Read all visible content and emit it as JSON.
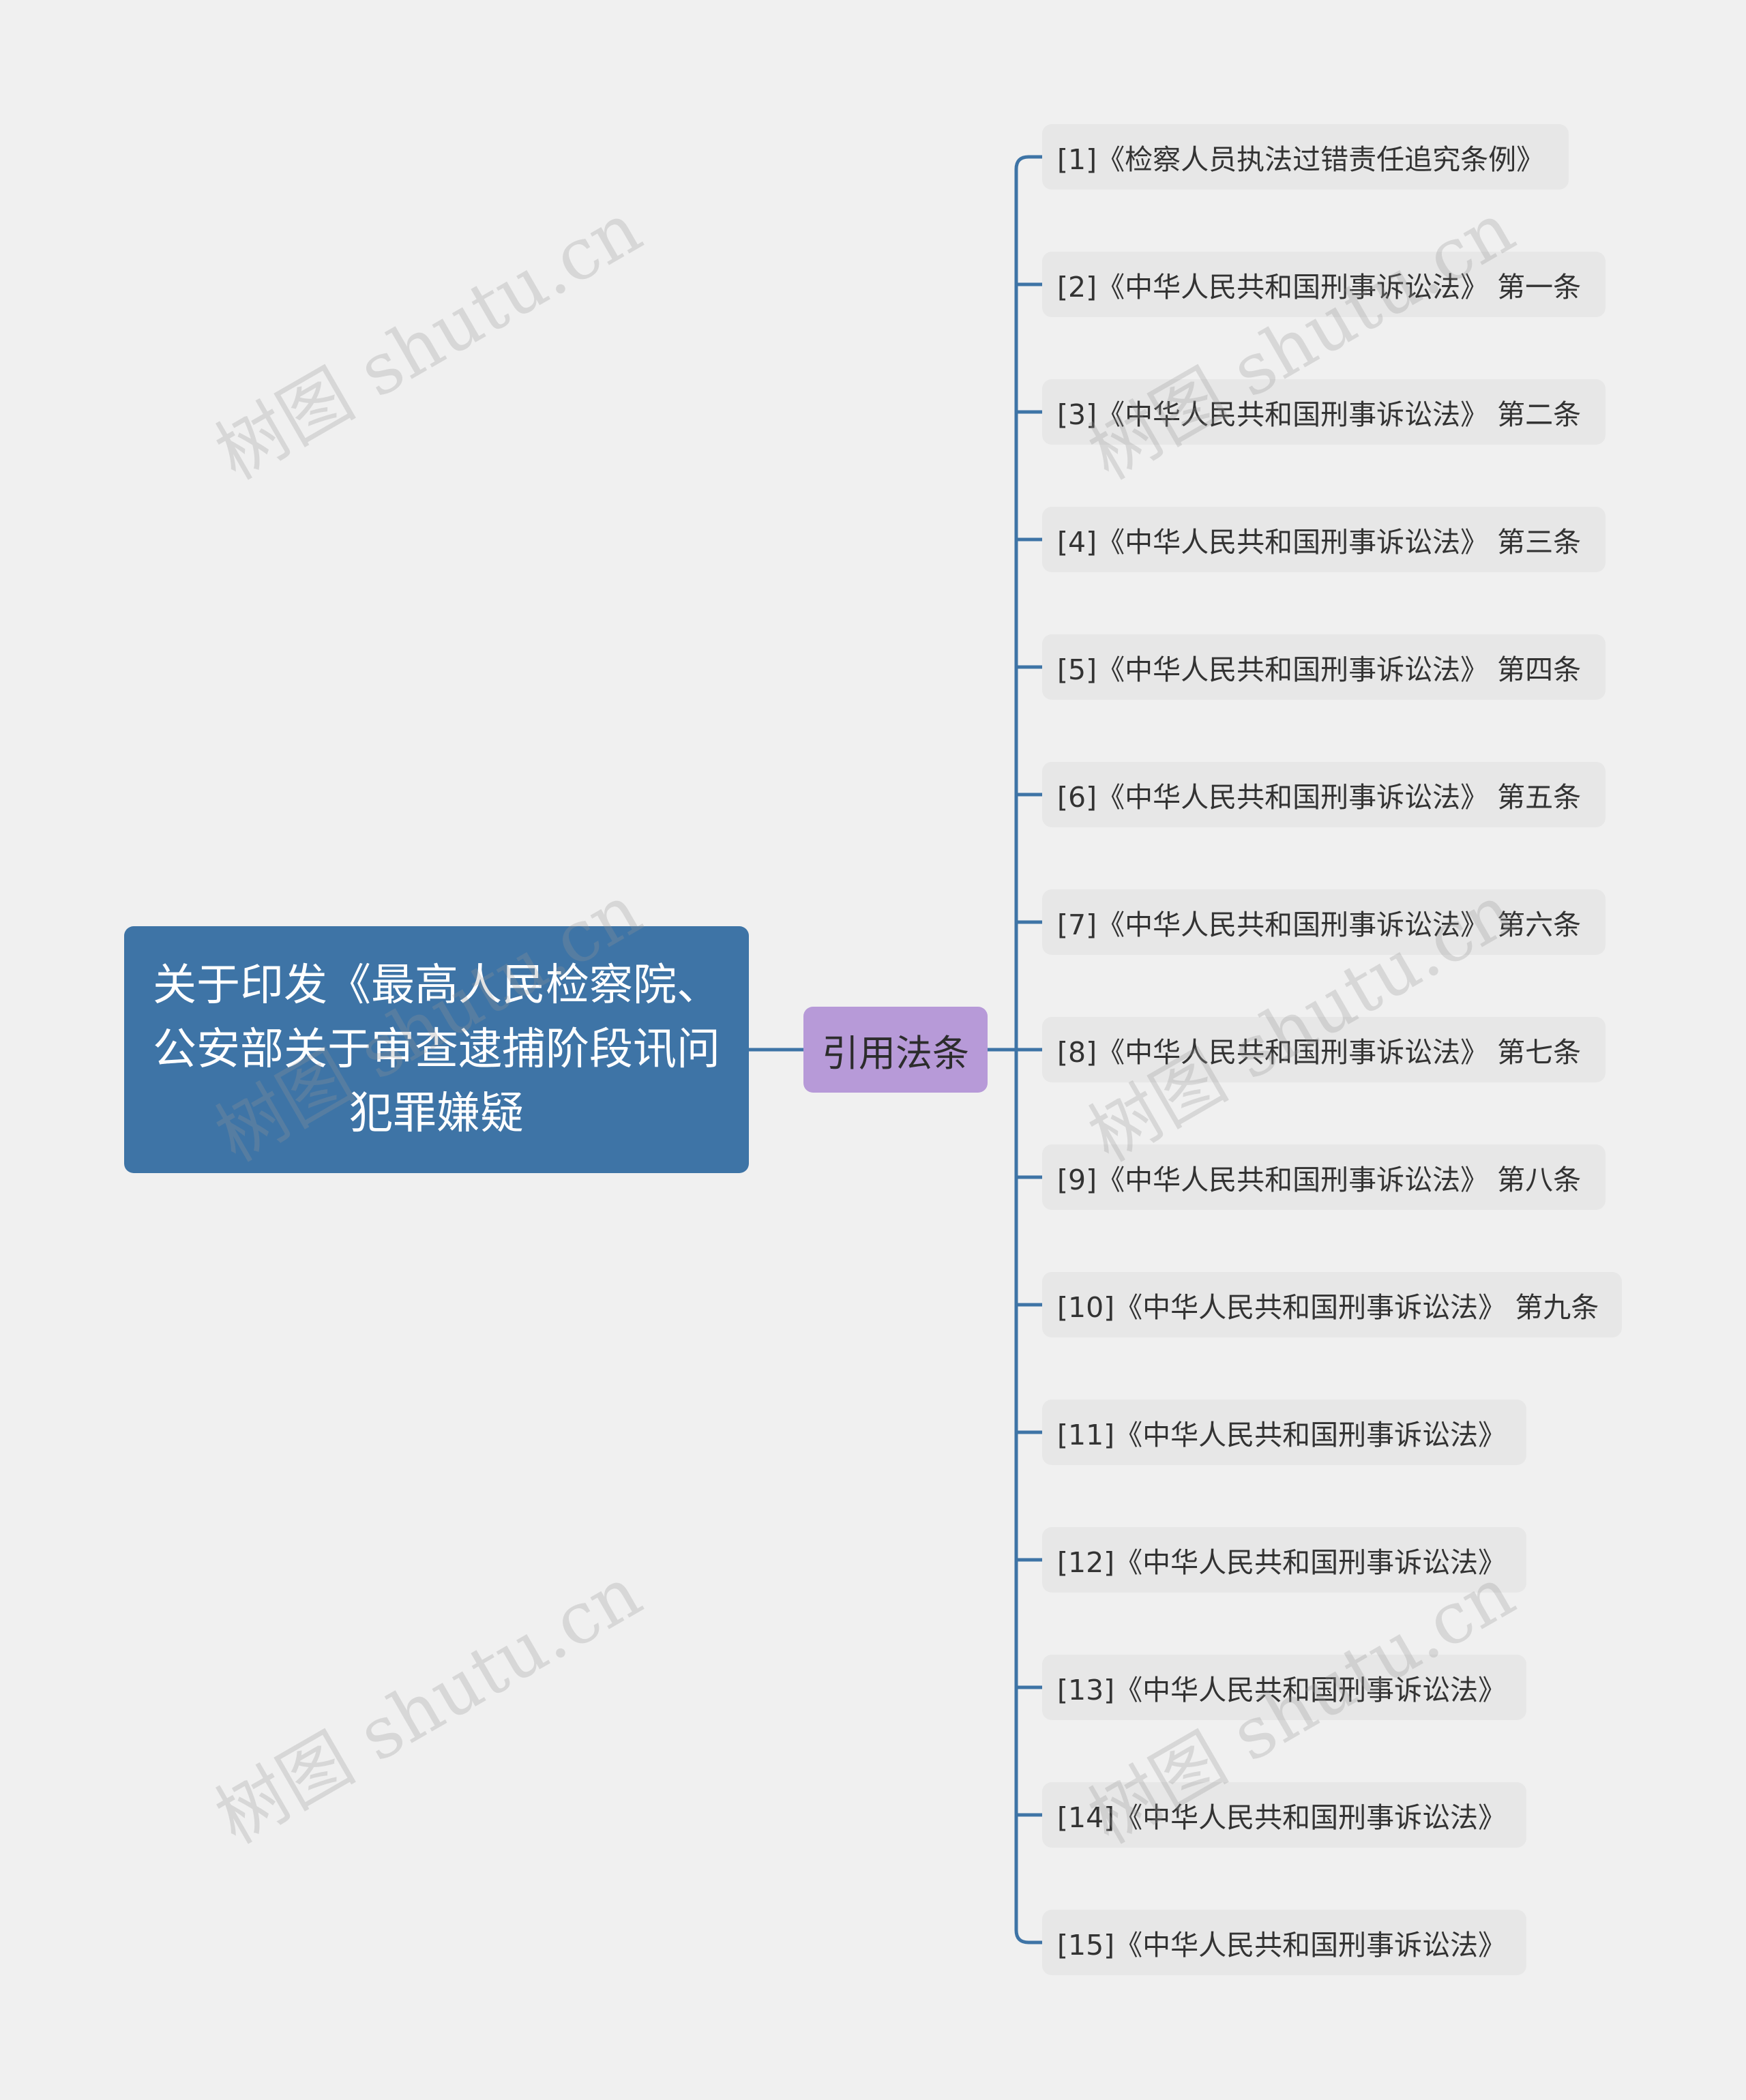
{
  "root": {
    "title": "关于印发《最高人民检察院、公安部关于审查逮捕阶段讯问犯罪嫌疑"
  },
  "branch": {
    "label": "引用法条"
  },
  "leaves": [
    "[1]《检察人员执法过错责任追究条例》",
    "[2]《中华人民共和国刑事诉讼法》 第一条",
    "[3]《中华人民共和国刑事诉讼法》 第二条",
    "[4]《中华人民共和国刑事诉讼法》 第三条",
    "[5]《中华人民共和国刑事诉讼法》 第四条",
    "[6]《中华人民共和国刑事诉讼法》 第五条",
    "[7]《中华人民共和国刑事诉讼法》 第六条",
    "[8]《中华人民共和国刑事诉讼法》 第七条",
    "[9]《中华人民共和国刑事诉讼法》 第八条",
    "[10]《中华人民共和国刑事诉讼法》 第九条",
    "[11]《中华人民共和国刑事诉讼法》",
    "[12]《中华人民共和国刑事诉讼法》",
    "[13]《中华人民共和国刑事诉讼法》",
    "[14]《中华人民共和国刑事诉讼法》",
    "[15]《中华人民共和国刑事诉讼法》"
  ],
  "watermark": {
    "text": "树图 shutu.cn"
  },
  "colors": {
    "background": "#f0f0f0",
    "root_fill": "#3e74a6",
    "branch_fill": "#b79ad8",
    "leaf_fill": "#e7e7e7",
    "connector": "#3e74a6"
  }
}
